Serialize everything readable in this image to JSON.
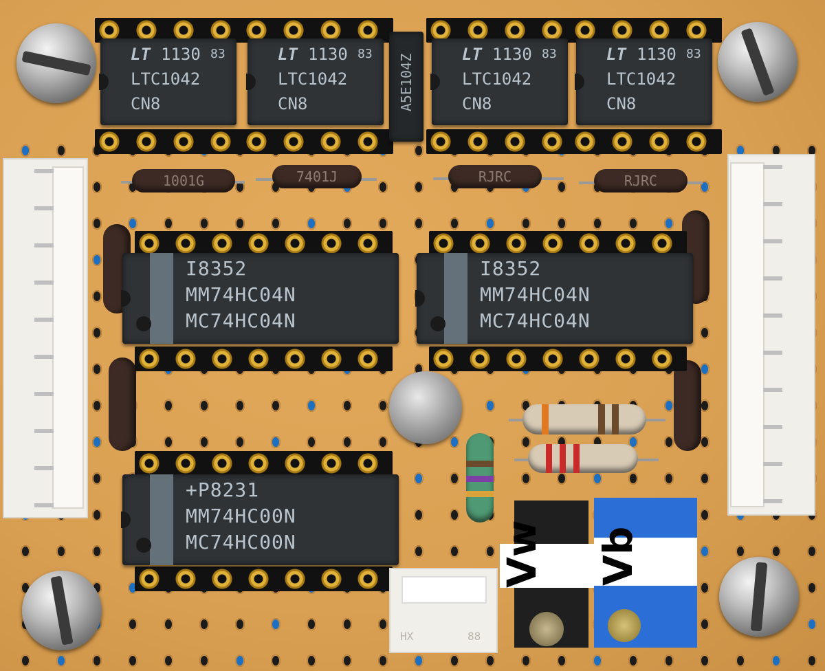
{
  "chips_small": [
    {
      "logo": "LT",
      "line1": "1130",
      "line1b": "83",
      "line2": "LTC1042",
      "line3": "CN8"
    },
    {
      "logo": "LT",
      "line1": "1130",
      "line1b": "83",
      "line2": "LTC1042",
      "line3": "CN8"
    },
    {
      "logo": "LT",
      "line1": "1130",
      "line1b": "83",
      "line2": "LTC1042",
      "line3": "CN8"
    },
    {
      "logo": "LT",
      "line1": "1130",
      "line1b": "83",
      "line2": "LTC1042",
      "line3": "CN8"
    }
  ],
  "small_part": "A5E104Z",
  "chips_large": [
    {
      "line1": "I8352",
      "line2": "MM74HC04N",
      "line3": "MC74HC04N"
    },
    {
      "line1": "I8352",
      "line2": "MM74HC04N",
      "line3": "MC74HC04N"
    },
    {
      "line1": "+P8231",
      "line2": "MM74HC00N",
      "line3": "MC74HC00N"
    }
  ],
  "resistors": [
    "1001G",
    "7401J",
    "RJRC",
    "RJRC"
  ],
  "connector_small_label": "HX",
  "connector_small_num": "88",
  "trimmers": [
    {
      "label": "Vw",
      "color": "#1f1f1f"
    },
    {
      "label": "Vb",
      "color": "#2b6fd6"
    }
  ],
  "colors": {
    "board": "#d99f52",
    "chip": "#2f3336",
    "gold": "#e0b23a"
  }
}
